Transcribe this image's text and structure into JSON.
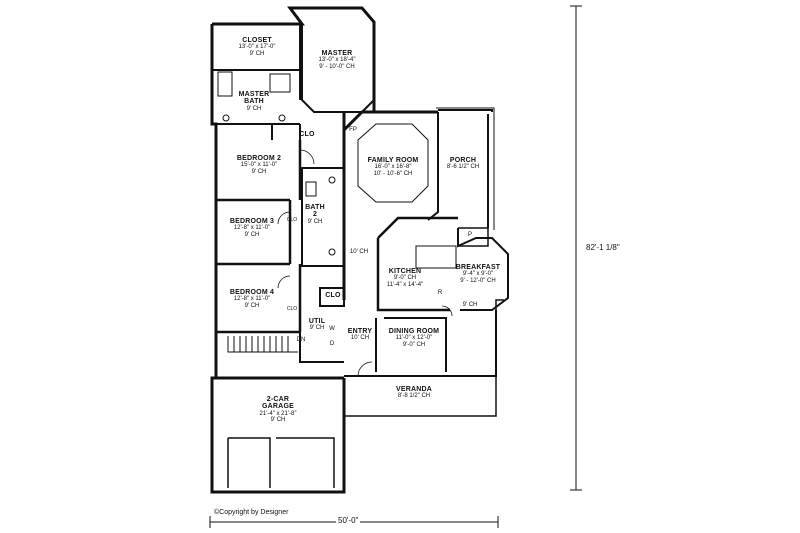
{
  "rooms": {
    "closet": {
      "name": "CLOSET",
      "dims": "13'-0\" x 17'-0\"",
      "ch": "9' CH"
    },
    "master": {
      "name": "MASTER",
      "dims": "13'-0\" x 18'-4\"",
      "ch": "9' - 10'-0\" CH"
    },
    "master_bath": {
      "name": "MASTER",
      "name2": "BATH",
      "ch": "9' CH"
    },
    "bedroom2": {
      "name": "BEDROOM 2",
      "dims": "15'-0\" x 11'-0\"",
      "ch": "9' CH"
    },
    "bedroom3": {
      "name": "BEDROOM 3",
      "dims": "12'-8\" x 11'-0\"",
      "ch": "9' CH"
    },
    "bedroom4": {
      "name": "BEDROOM 4",
      "dims": "12'-8\" x 11'-0\"",
      "ch": "9' CH"
    },
    "bath2": {
      "name": "BATH",
      "name2": "2",
      "ch": "9' CH"
    },
    "family": {
      "name": "FAMILY ROOM",
      "dims": "16'-0\" x 16'-8\"",
      "ch": "10' - 10'-6\" CH"
    },
    "porch": {
      "name": "PORCH",
      "ch": "8'-6 1/2\" CH"
    },
    "kitchen": {
      "name": "KITCHEN",
      "ch": "9'-0\" CH",
      "dims": "11'-4\" x 14'-4\""
    },
    "breakfast": {
      "name": "BREAKFAST",
      "dims": "9'-4\" x 9'-0\"",
      "ch": "9' - 12'-0\" CH"
    },
    "entry": {
      "name": "ENTRY",
      "ch": "10' CH"
    },
    "dining": {
      "name": "DINING ROOM",
      "dims": "11'-0\" x 12'-0\"",
      "ch": "9'-0\" CH"
    },
    "veranda": {
      "name": "VERANDA",
      "ch": "8'-8 1/2\" CH"
    },
    "garage": {
      "name": "2-CAR",
      "name2": "GARAGE",
      "dims": "21'-4\" x 21'-8\"",
      "ch": "9' CH"
    },
    "util": {
      "name": "UTIL",
      "ch": "9' CH"
    }
  },
  "small_labels": {
    "clo": "CLO",
    "fp": "FP",
    "hall_ch": "10' CH",
    "r": "R",
    "p": "P",
    "breakfast_porch_ch": "9' CH",
    "dn": "DN",
    "w": "W",
    "d": "D"
  },
  "dimensions": {
    "depth": "82'-1 1/8\"",
    "width": "50'-0\""
  },
  "copyright": "©Copyright by Designer"
}
